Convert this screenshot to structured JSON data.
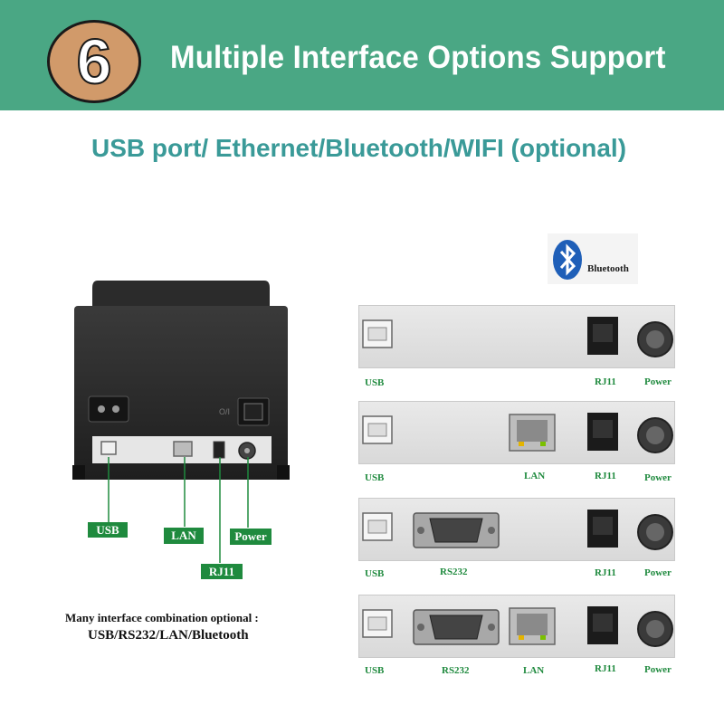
{
  "header": {
    "number": "6",
    "title": "Multiple Interface Options Support",
    "background_color": "#4aa784",
    "badge_color": "#d19a6a"
  },
  "subtitle": "USB port/ Ethernet/Bluetooth/WIFI (optional)",
  "bluetooth": {
    "icon": "bluetooth-icon",
    "label": "Bluetooth"
  },
  "printer": {
    "labels": {
      "usb": "USB",
      "lan": "LAN",
      "rj11": "RJ11",
      "power": "Power"
    },
    "label_color": "#1f8a3e"
  },
  "panels": [
    {
      "ports": {
        "usb": "USB",
        "rj11": "RJ11",
        "power": "Power"
      }
    },
    {
      "ports": {
        "usb": "USB",
        "lan": "LAN",
        "rj11": "RJ11",
        "power": "Power"
      }
    },
    {
      "ports": {
        "usb": "USB",
        "rs232": "RS232",
        "rj11": "RJ11",
        "power": "Power"
      }
    },
    {
      "ports": {
        "usb": "USB",
        "rs232": "RS232",
        "lan": "LAN",
        "rj11": "RJ11",
        "power": "Power"
      }
    }
  ],
  "notes": {
    "line1": "Many interface combination optional :",
    "line2": "USB/RS232/LAN/Bluetooth"
  }
}
